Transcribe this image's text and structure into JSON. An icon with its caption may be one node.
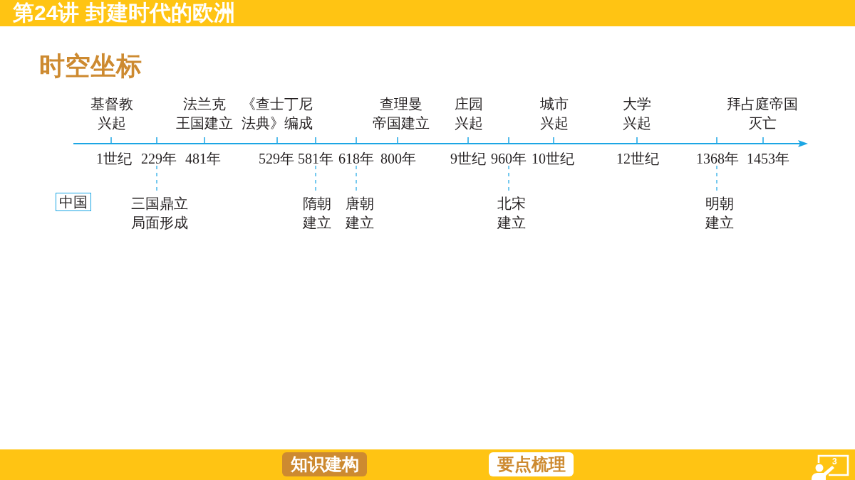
{
  "diagram": {
    "title": "第24讲 封建时代的欧洲",
    "nodes": [
      {
        "text": [
          "229年"
        ]
      },
      {
        "text": [
          "581年"
        ]
      },
      {
        "text": [
          "618年"
        ]
      },
      {
        "text": [
          "960年"
        ]
      },
      {
        "text": [
          "1368年"
        ]
      },
      {
        "text": [
          "中国"
        ]
      },
      {
        "text": [
          "三国鼎立局面形成"
        ]
      },
      {
        "text": [
          "隋朝建立"
        ]
      },
      {
        "text": [
          "唐朝建立"
        ]
      },
      {
        "text": [
          "北宋建立"
        ]
      },
      {
        "text": [
          "明朝建立"
        ]
      }
    ],
    "edges": [
      {
        "from": 0,
        "to": 6,
        "arrow": "none",
        "style": "dashed"
      },
      {
        "from": 1,
        "to": 7,
        "arrow": "none",
        "style": "dashed"
      },
      {
        "from": 2,
        "to": 8,
        "arrow": "none",
        "style": "dashed"
      },
      {
        "from": 3,
        "to": 9,
        "arrow": "none",
        "style": "dashed"
      },
      {
        "from": 4,
        "to": 10,
        "arrow": "none",
        "style": "dashed"
      }
    ],
    "labels": [
      "时空坐标",
      "基督教兴起",
      "法兰克王国建立",
      "《查士丁尼法典》编成",
      "查理曼帝国建立",
      "庄园兴起",
      "城市兴起",
      "大学兴起",
      "拜占庭帝国灭亡",
      "1世纪",
      "481年",
      "529年",
      "800年",
      "9世纪",
      "10世纪",
      "12世纪",
      "1453年",
      "知识建构",
      "要点梳理",
      "3"
    ]
  }
}
